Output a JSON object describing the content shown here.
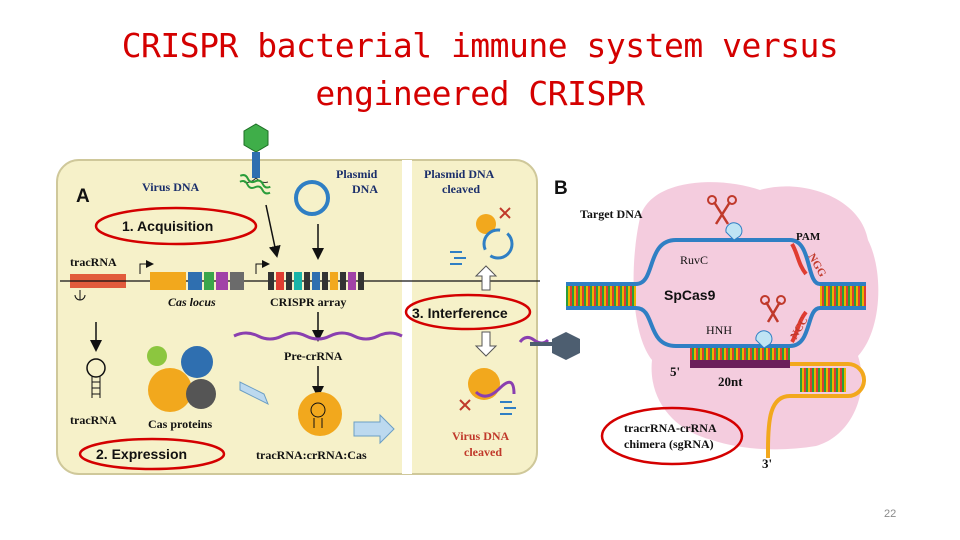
{
  "slide": {
    "title_line1": "CRISPR bacterial immune system versus",
    "title_line2": "engineered CRISPR",
    "slide_number": "22"
  },
  "panel_a": {
    "letter": "A",
    "virus_dna": "Virus DNA",
    "plasmid_line1": "Plasmid",
    "plasmid_line2": "DNA",
    "acquisition": "1. Acquisition",
    "tracrna_top": "tracRNA",
    "cas_locus": "Cas locus",
    "crispr_array": "CRISPR array",
    "pre_crrna": "Pre-crRNA",
    "tracrna_bottom": "tracRNA",
    "cas_proteins": "Cas proteins",
    "expression": "2. Expression",
    "complex": "tracRNA:crRNA:Cas",
    "plasmid_cleaved_line1": "Plasmid DNA",
    "plasmid_cleaved_line2": "cleaved",
    "interference": "3. Interference",
    "virus_cleaved_line1": "Virus DNA",
    "virus_cleaved_line2": "cleaved"
  },
  "panel_b": {
    "letter": "B",
    "target_dna": "Target DNA",
    "ruvc": "RuvC",
    "pam": "PAM",
    "ngg": "NGG",
    "spcas9": "SpCas9",
    "hnh": "HNH",
    "ncc": "NCC",
    "five_prime": "5'",
    "twenty_nt": "20nt",
    "sgrna_line1": "tracrRNA-crRNA",
    "sgrna_line2": "chimera (sgRNA)",
    "three_prime": "3'"
  },
  "colors": {
    "title": "#d40000",
    "panel_a_bg": "#f6f1c9",
    "highlight_ring": "#d40000",
    "dna_blue": "#2f7fc4",
    "label_navy": "#1b2f6b",
    "label_red": "#c0392b",
    "cas9_pink": "#f3c6da"
  }
}
